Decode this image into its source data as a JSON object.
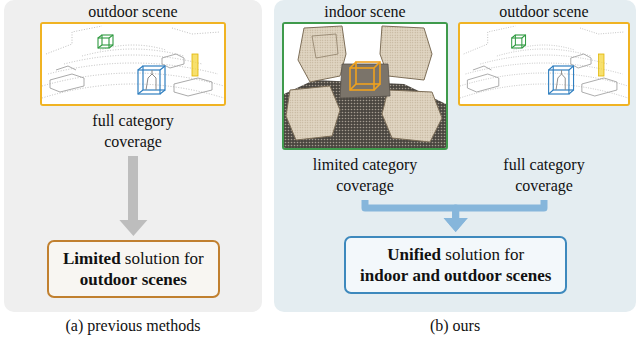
{
  "diagram": {
    "nodes": [
      {
        "text": [
          "(a) previous methods"
        ]
      },
      {
        "text": [
          "outdoor scene",
          "full category coverage"
        ],
        "in": 0
      },
      {
        "text": [
          "Limited solution for outdoor scenes"
        ],
        "in": 0
      },
      {
        "text": [
          "(b) ours"
        ]
      },
      {
        "text": [
          "indoor scene",
          "limited category coverage"
        ],
        "in": 3
      },
      {
        "text": [
          "outdoor scene",
          "full category coverage"
        ],
        "in": 3
      },
      {
        "text": [
          "Unified solution for indoor and outdoor scenes"
        ],
        "in": 3
      }
    ],
    "edges": [
      {
        "from": 1,
        "to": 2,
        "arrow": "to"
      },
      {
        "from": 4,
        "to": 6,
        "arrow": "to"
      },
      {
        "from": 5,
        "to": 6,
        "arrow": "to"
      }
    ]
  }
}
